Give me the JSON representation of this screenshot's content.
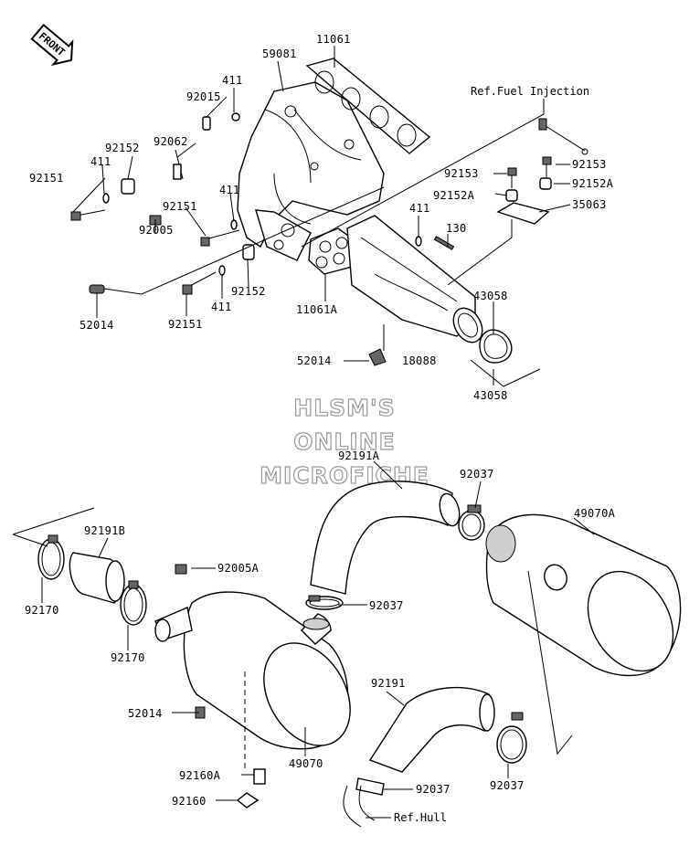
{
  "front_badge": "FRONT",
  "refs": {
    "fuel_injection": "Ref.Fuel Injection",
    "hull": "Ref.Hull"
  },
  "watermark": [
    "HLSM'S",
    "ONLINE",
    "MICROFICHE"
  ],
  "labels": {
    "p11061_top": "11061",
    "p59081": "59081",
    "p411_a": "411",
    "p92015": "92015",
    "p92062": "92062",
    "p92152_a": "92152",
    "p411_b": "411",
    "p92151_a": "92151",
    "p92151_b": "92151",
    "p411_c": "411",
    "p92005": "92005",
    "p92152_b": "92152",
    "p411_d": "411",
    "p52014_a": "52014",
    "p92151_c": "92151",
    "p11061a": "11061A",
    "p411_e": "411",
    "p130": "130",
    "p92153_a": "92153",
    "p92153_b": "92153",
    "p92152a_a": "92152A",
    "p92152a_b": "92152A",
    "p35063": "35063",
    "p43058_a": "43058",
    "p43058_b": "43058",
    "p18088": "18088",
    "p52014_b": "52014",
    "p92191a": "92191A",
    "p92037_a": "92037",
    "p49070a": "49070A",
    "p92191b": "92191B",
    "p92005a": "92005A",
    "p92170_a": "92170",
    "p92170_b": "92170",
    "p92037_b": "92037",
    "p52014_c": "52014",
    "p92191": "92191",
    "p49070": "49070",
    "p92160a": "92160A",
    "p92160": "92160",
    "p92037_c": "92037",
    "p92037_d": "92037"
  }
}
